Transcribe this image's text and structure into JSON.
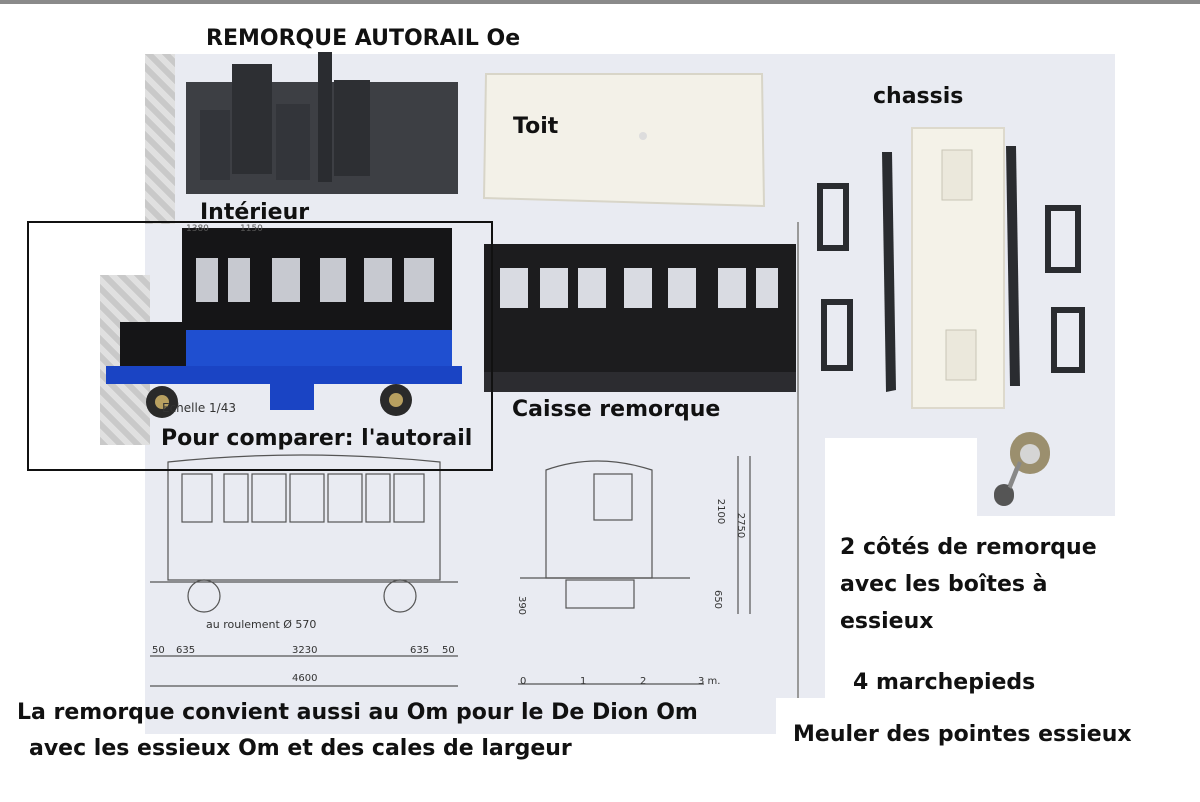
{
  "title": "REMORQUE AUTORAIL Oe",
  "labels": {
    "interieur": "Intérieur",
    "toit": "Toit",
    "chassis": "chassis",
    "caisse": "Caisse remorque",
    "comparer": "Pour comparer: l'autorail",
    "cotes_line1": "2 côtés de remorque",
    "cotes_line2": "avec les boîtes à",
    "cotes_line3": "essieux",
    "marchepieds": "4 marchepieds",
    "meuler": "Meuler des pointes essieux",
    "note_line1": "La remorque convient aussi au Om pour le De Dion Om",
    "note_line2": "avec les essieux Om et des cales de largeur"
  },
  "drawing": {
    "scale": "Echelle 1/43",
    "bearing": "au roulement  Ø 570",
    "dims_top": [
      "50",
      "635",
      "3230",
      "635",
      "50"
    ],
    "dim_total": "4600",
    "dim_height1": "2100",
    "dim_height2": "2750",
    "dim_low1": "390",
    "dim_low2": "650",
    "ruler": [
      "0",
      "1",
      "2",
      "3 m."
    ],
    "side_small": [
      "1380",
      "1150"
    ]
  },
  "colors": {
    "print_grey": "#3d3f44",
    "print_black": "#1c1c1e",
    "resin_white": "#f2f0e6",
    "railcar_blue": "#1f4fd0"
  }
}
